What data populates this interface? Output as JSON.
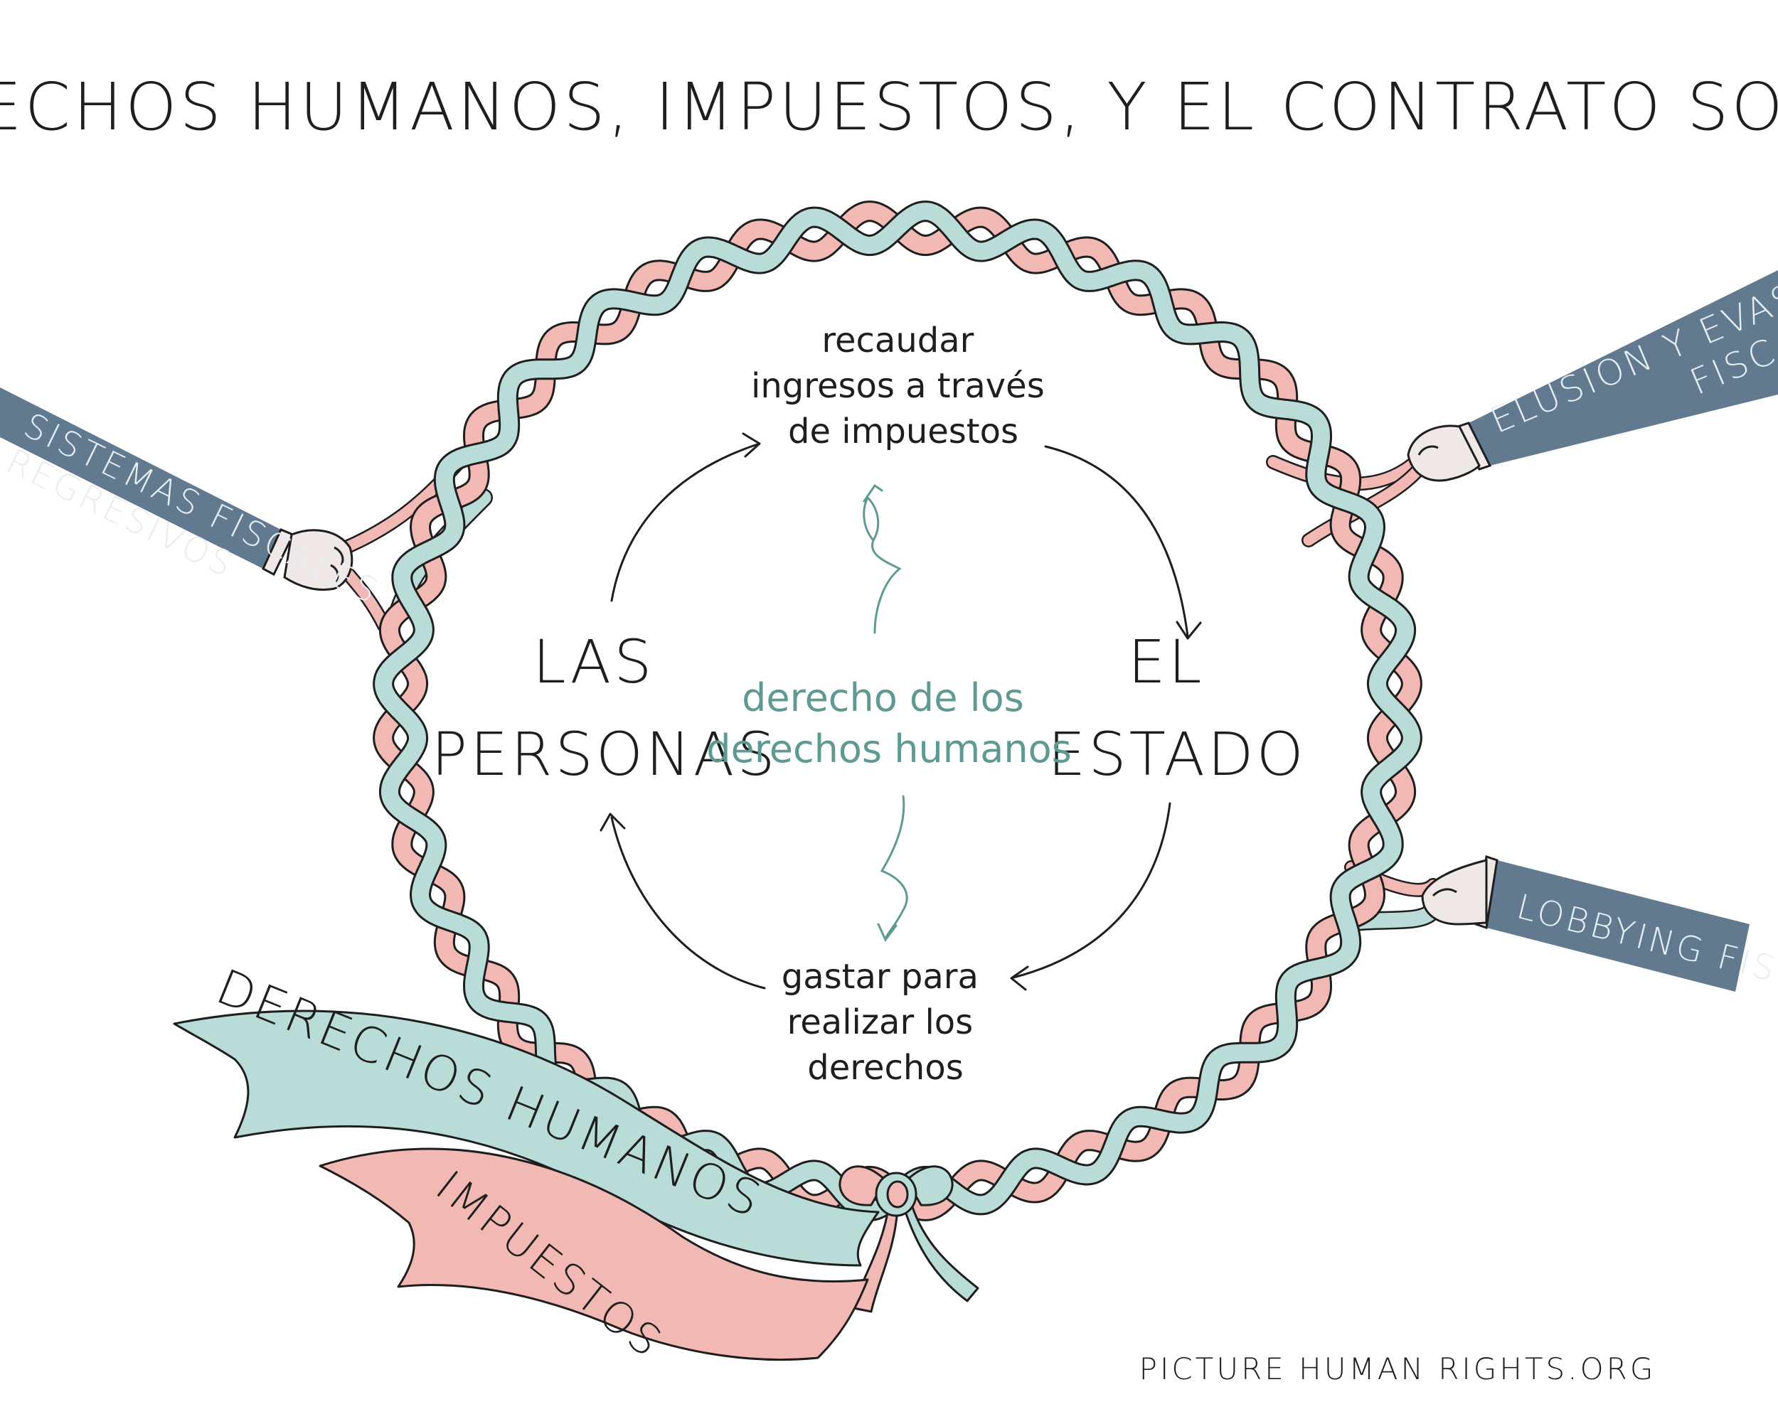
{
  "title": "DERECHOS HUMANOS, IMPUESTOS, Y EL CONTRATO SOCIAL",
  "cycle": {
    "top_lines": [
      "recaudar",
      "ingresos a través",
      "de impuestos"
    ],
    "bottom_lines": [
      "gastar para",
      "realizar los",
      "derechos"
    ],
    "left_lines": [
      "LAS",
      "PERSONAS"
    ],
    "right_lines": [
      "EL",
      "ESTADO"
    ],
    "center_lines": [
      "derecho de los",
      "derechos humanos"
    ]
  },
  "sleeves": {
    "left_lines": [
      "SISTEMAS FISCALES",
      "REGRESIVOS"
    ],
    "top_right_lines": [
      "ELUSÍON Y EVASÍON",
      "FISCAL"
    ],
    "bottom_right_lines": [
      "LOBBYING FISCAL"
    ]
  },
  "ribbons": {
    "teal_label": "DERECHOS HUMANOS",
    "pink_label": "IMPUESTOS"
  },
  "credit": "PICTURE HUMAN RIGHTS.ORG",
  "colors": {
    "teal": "#b9dcd8",
    "pink": "#f2b9b4",
    "sleeve": "#627a8f",
    "ink": "#1e1e1e",
    "center_text": "#5e9a93",
    "skin": "#efe8e6"
  }
}
